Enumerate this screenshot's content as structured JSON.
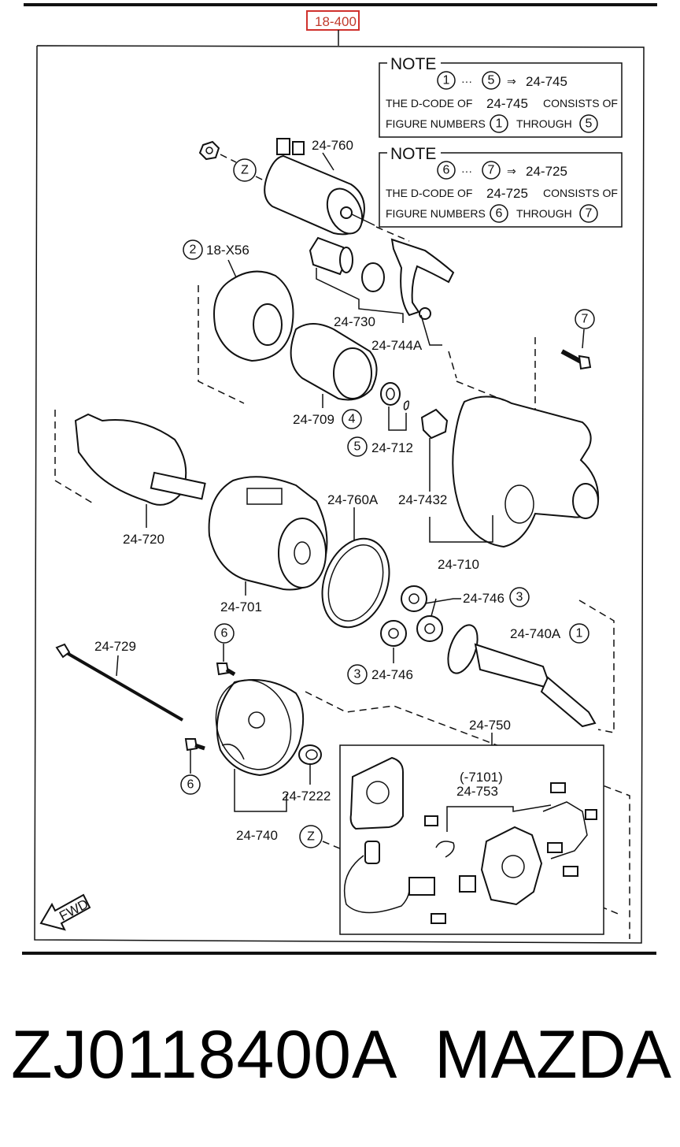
{
  "header": {
    "ref_code": "18-400"
  },
  "notes": [
    {
      "title": "NOTE",
      "range_from": "1",
      "range_to": "5",
      "arrow_code": "24-745",
      "line1_pre": "THE D-CODE OF",
      "line1_code": "24-745",
      "line1_post": "CONSISTS OF",
      "line2_pre": "FIGURE NUMBERS",
      "line2_from": "1",
      "line2_mid": "THROUGH",
      "line2_to": "5"
    },
    {
      "title": "NOTE",
      "range_from": "6",
      "range_to": "7",
      "arrow_code": "24-725",
      "line1_pre": "THE D-CODE OF",
      "line1_code": "24-725",
      "line1_post": "CONSISTS OF",
      "line2_pre": "FIGURE NUMBERS",
      "line2_from": "6",
      "line2_mid": "THROUGH",
      "line2_to": "7"
    }
  ],
  "labels": {
    "l24760": "24-760",
    "l18x56": "18-X56",
    "l24730": "24-730",
    "l24744a": "24-744A",
    "l24709": "24-709",
    "l24712": "24-712",
    "l24720": "24-720",
    "l24760a": "24-760A",
    "l247432": "24-7432",
    "l24710": "24-710",
    "l24701": "24-701",
    "l24746a": "24-746",
    "l24746b": "24-746",
    "l24740a": "24-740A",
    "l24729": "24-729",
    "l24750": "24-750",
    "l7101": "(-7101)",
    "l24753": "24-753",
    "l247222": "24-7222",
    "l24740": "24-740",
    "fwd": "FWD"
  },
  "circles": {
    "z1": "Z",
    "z2": "Z",
    "c2": "2",
    "c4": "4",
    "c5": "5",
    "c7": "7",
    "c3a": "3",
    "c3b": "3",
    "c1": "1",
    "c6a": "6",
    "c6b": "6"
  },
  "footer": {
    "part_number": "ZJ0118400A",
    "brand": "MAZDA"
  }
}
